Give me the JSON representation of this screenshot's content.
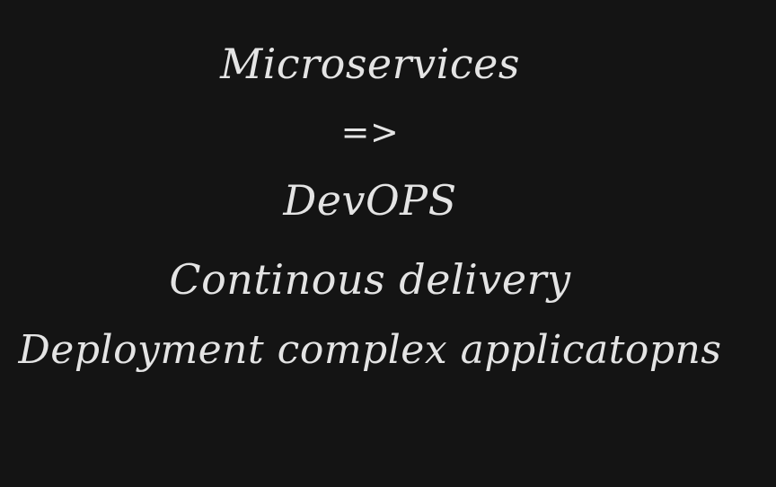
{
  "slide": {
    "lines": [
      "Microservices",
      "=>",
      "DevOPS",
      "Continous delivery",
      "Deployment complex applicatopns"
    ],
    "colors": {
      "background": "#141414",
      "text": "#e4e4e4"
    }
  }
}
